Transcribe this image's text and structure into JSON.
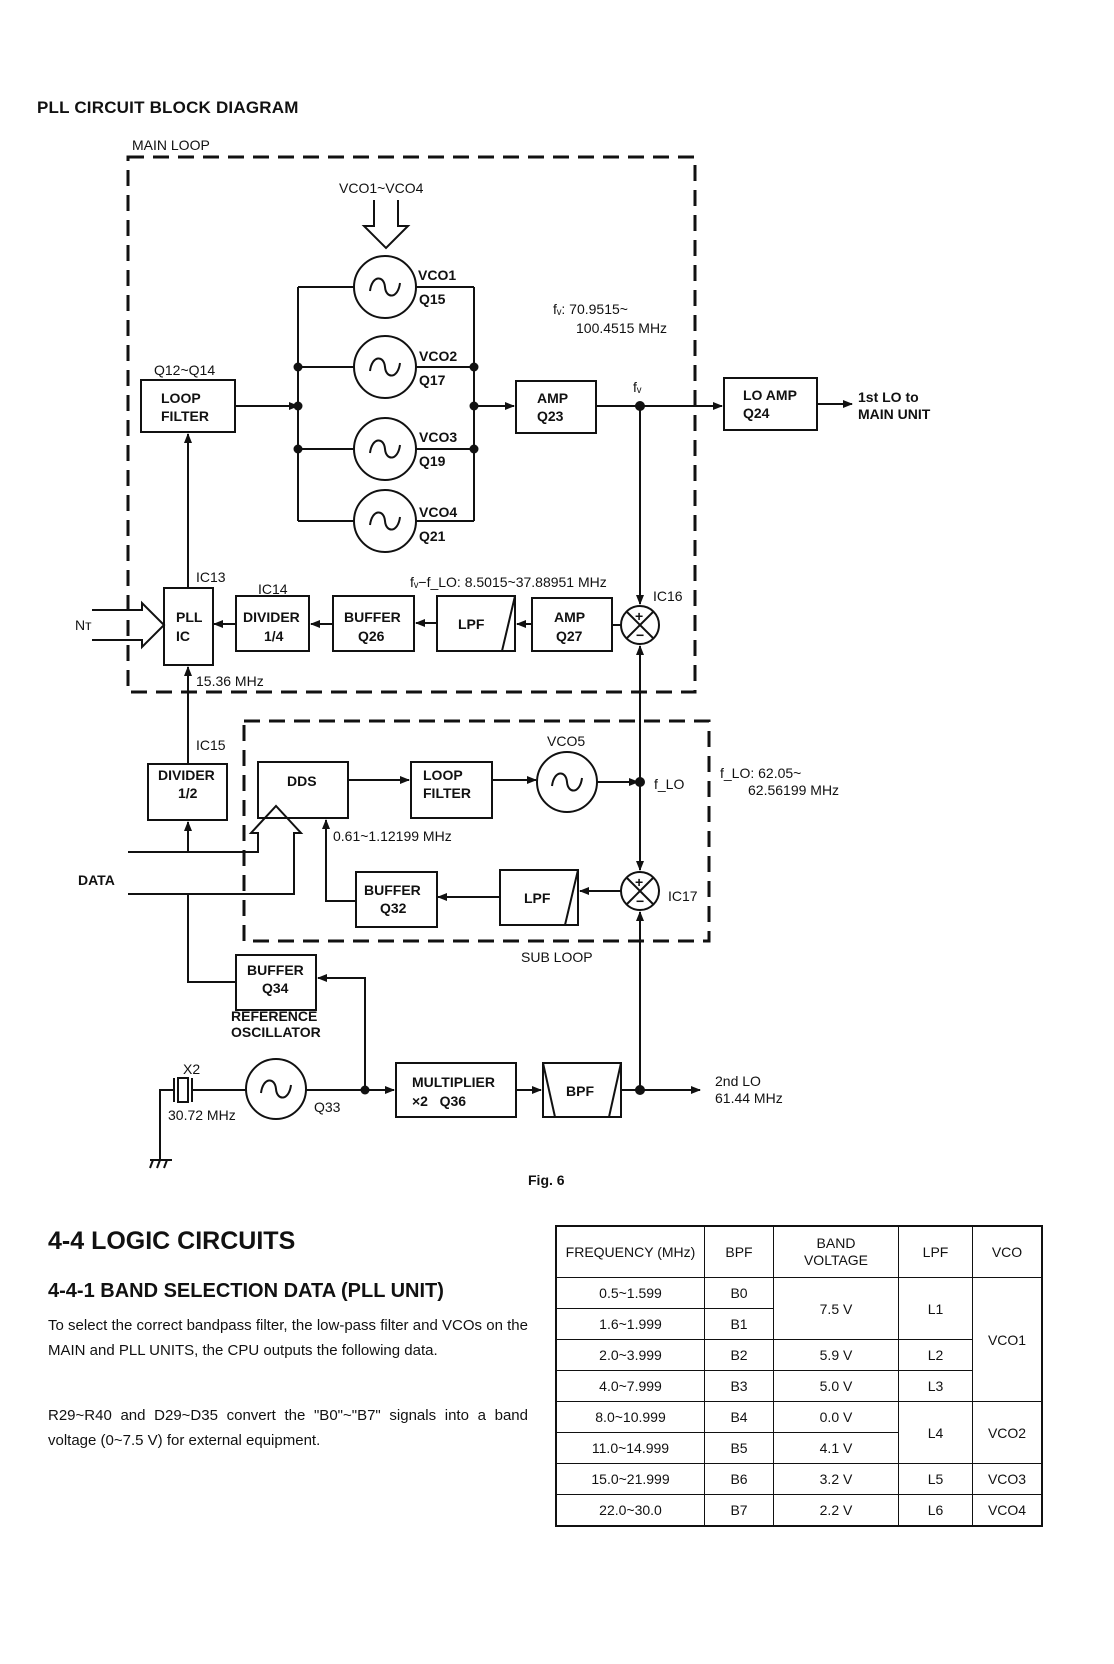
{
  "diagram": {
    "title": "PLL CIRCUIT BLOCK DIAGRAM",
    "caption": "Fig. 6",
    "main_loop_label": "MAIN LOOP",
    "sub_loop_label": "SUB LOOP",
    "vco_bus_label": "VCO1~VCO4",
    "vcos": [
      {
        "name": "VCO1",
        "transistor": "Q15"
      },
      {
        "name": "VCO2",
        "transistor": "Q17"
      },
      {
        "name": "VCO3",
        "transistor": "Q19"
      },
      {
        "name": "VCO4",
        "transistor": "Q21"
      }
    ],
    "loop_filter_main": {
      "ref": "Q12~Q14",
      "line1": "LOOP",
      "line2": "FILTER"
    },
    "amp_q23": {
      "line1": "AMP",
      "line2": "Q23"
    },
    "fv_label": "fᵥ",
    "fv_range_line1": "fᵥ: 70.9515~",
    "fv_range_line2": "100.4515 MHz",
    "lo_amp": {
      "line1": "LO AMP",
      "line2": "Q24"
    },
    "lo1_output_line1": "1st LO to",
    "lo1_output_line2": "MAIN UNIT",
    "pll_ic": {
      "ref": "IC13",
      "line1": "PLL",
      "line2": "IC"
    },
    "divider_14": {
      "ref": "IC14",
      "line1": "DIVIDER",
      "line2": "1/4"
    },
    "buffer_q26": {
      "line1": "BUFFER",
      "line2": "Q26"
    },
    "lpf_main": "LPF",
    "amp_q27": {
      "line1": "AMP",
      "line2": "Q27"
    },
    "mixer_ic16": "IC16",
    "diff_freq_label": "fᵥ−f_LO: 8.5015~37.88951 MHz",
    "nt_label": "Nᴛ",
    "ref_freq_label": "15.36 MHz",
    "divider_12": {
      "ref": "IC15",
      "line1": "DIVIDER",
      "line2": "1/2"
    },
    "dds": "DDS",
    "loop_filter_sub": {
      "line1": "LOOP",
      "line2": "FILTER"
    },
    "vco5": "VCO5",
    "flo_label": "f_LO",
    "flo_range_line1": "f_LO: 62.05~",
    "flo_range_line2": "62.56199 MHz",
    "dds_freq_label": "0.61~1.12199 MHz",
    "data_label": "DATA",
    "buffer_q32": {
      "line1": "BUFFER",
      "line2": "Q32"
    },
    "lpf_sub": "LPF",
    "mixer_ic17": "IC17",
    "buffer_q34": {
      "line1": "BUFFER",
      "line2": "Q34"
    },
    "ref_osc_line1": "REFERENCE",
    "ref_osc_line2": "OSCILLATOR",
    "crystal_ref": "X2",
    "crystal_freq": "30.72 MHz",
    "osc_transistor": "Q33",
    "multiplier": {
      "line1": "MULTIPLIER",
      "line2": "×2   Q36"
    },
    "bpf": "BPF",
    "lo2_output_line1": "2nd LO",
    "lo2_output_line2": "61.44 MHz",
    "mixer_plus": "+",
    "mixer_minus": "−"
  },
  "section": {
    "title": "4-4  LOGIC CIRCUITS",
    "subtitle": "4-4-1  BAND SELECTION DATA (PLL UNIT)",
    "paragraph1": "To select the correct bandpass filter, the low-pass filter and VCOs on the MAIN and PLL UNITS, the CPU outputs the following data.",
    "paragraph2": "R29~R40 and D29~D35 convert the \"B0\"~\"B7\" signals into a band voltage (0~7.5 V) for external equipment."
  },
  "band_table": {
    "headers": [
      "FREQUENCY (MHz)",
      "BPF",
      "BAND VOLTAGE",
      "LPF",
      "VCO"
    ],
    "rows": [
      {
        "freq": "0.5~1.599",
        "bpf": "B0"
      },
      {
        "freq": "1.6~1.999",
        "bpf": "B1"
      },
      {
        "freq": "2.0~3.999",
        "bpf": "B2"
      },
      {
        "freq": "4.0~7.999",
        "bpf": "B3"
      },
      {
        "freq": "8.0~10.999",
        "bpf": "B4"
      },
      {
        "freq": "11.0~14.999",
        "bpf": "B5"
      },
      {
        "freq": "15.0~21.999",
        "bpf": "B6"
      },
      {
        "freq": "22.0~30.0",
        "bpf": "B7"
      }
    ],
    "voltage_cells": [
      {
        "value": "7.5 V",
        "rows": "B0-B1"
      },
      {
        "value": "5.9 V",
        "rows": "B2"
      },
      {
        "value": "5.0 V",
        "rows": "B3"
      },
      {
        "value": "0.0 V",
        "rows": "B4"
      },
      {
        "value": "4.1 V",
        "rows": "B5"
      },
      {
        "value": "3.2 V",
        "rows": "B6"
      },
      {
        "value": "2.2 V",
        "rows": "B7"
      }
    ],
    "lpf_cells": [
      {
        "value": "L1",
        "rows": "B0-B1"
      },
      {
        "value": "L2",
        "rows": "B2"
      },
      {
        "value": "L3",
        "rows": "B3"
      },
      {
        "value": "L4",
        "rows": "B4-B5"
      },
      {
        "value": "L5",
        "rows": "B6"
      },
      {
        "value": "L6",
        "rows": "B7"
      }
    ],
    "vco_cells": [
      {
        "value": "VCO1",
        "rows": "B0-B3"
      },
      {
        "value": "VCO2",
        "rows": "B4-B5"
      },
      {
        "value": "VCO3",
        "rows": "B6"
      },
      {
        "value": "VCO4",
        "rows": "B7"
      }
    ]
  }
}
